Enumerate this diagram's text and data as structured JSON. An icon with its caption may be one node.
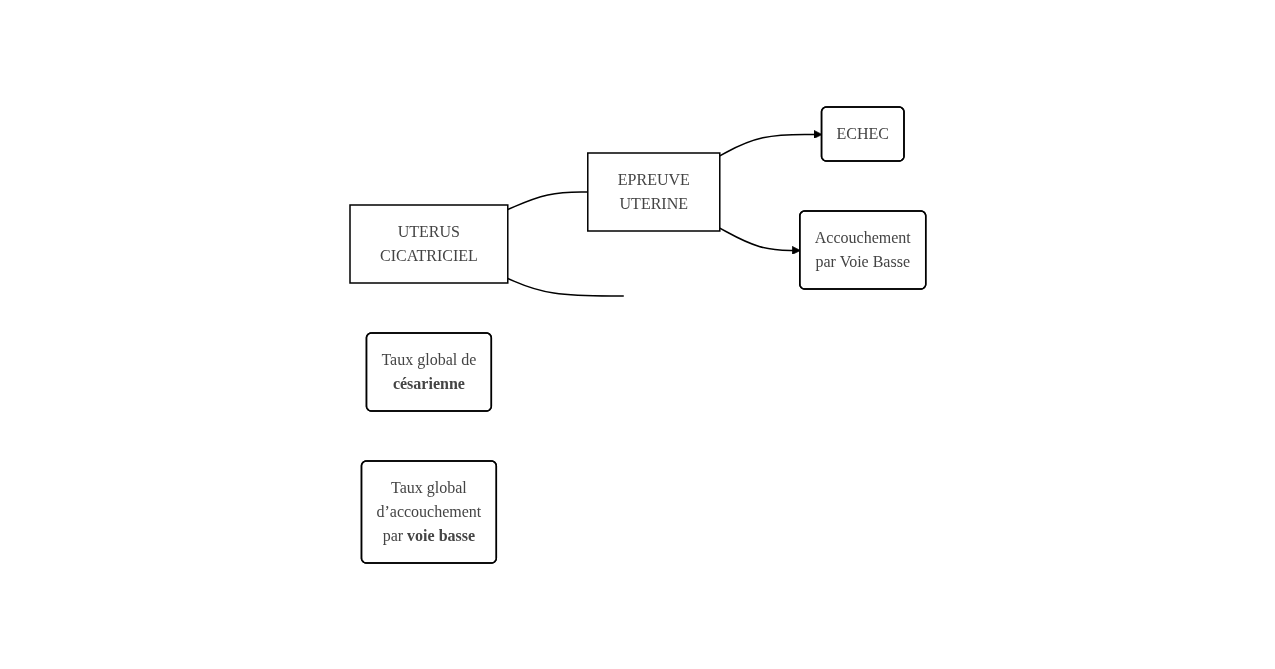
{
  "diagram": {
    "nodes": [
      {
        "text": [
          "UTERUS CICATRICIEL"
        ]
      },
      {
        "text": [
          "Taux global de **césarienne**"
        ]
      },
      {
        "text": [
          "ECHEC"
        ]
      },
      {
        "text": [
          "EPREUVE UTERINE"
        ]
      },
      {
        "text": [
          "Accouchement par Voie Basse"
        ]
      },
      {
        "text": [
          "Taux global d’accouchement par **voie basse**"
        ]
      }
    ],
    "edges": [
      {
        "from": 0,
        "to": null,
        "arrow": "none"
      },
      {
        "from": 0,
        "to": 3,
        "arrow": "none"
      },
      {
        "from": 3,
        "to": 2,
        "arrow": "to"
      },
      {
        "from": 3,
        "to": 4,
        "arrow": "to"
      }
    ]
  }
}
